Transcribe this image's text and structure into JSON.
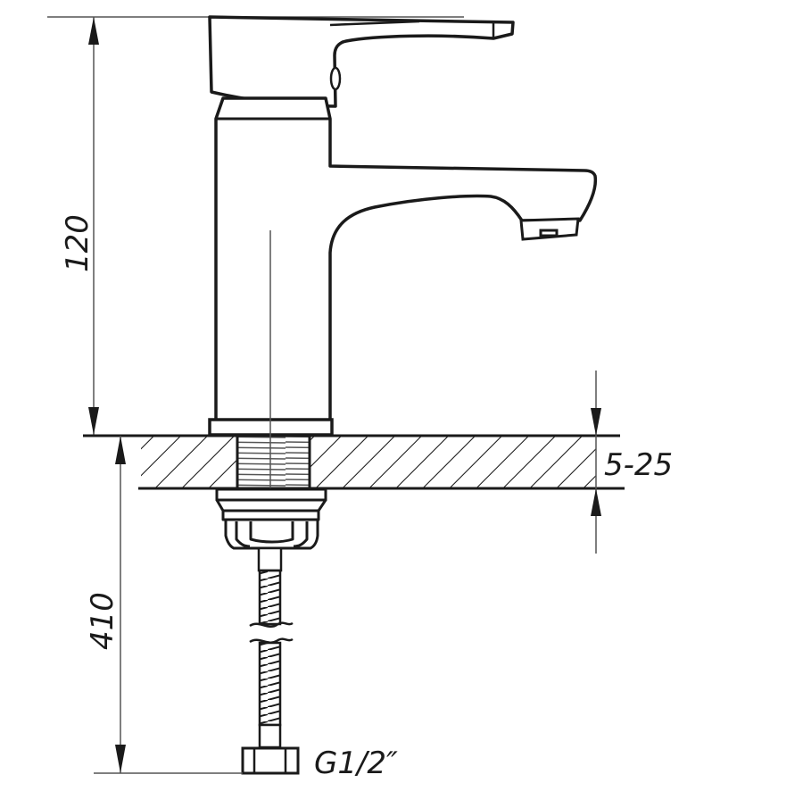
{
  "diagram": {
    "subject": "Single-lever basin mixer tap — technical dimension drawing",
    "colors": {
      "background": "#ffffff",
      "line": "#1a1a1a",
      "dimension_line": "#555555"
    },
    "dimensions": {
      "tap_height": {
        "label": "120",
        "orientation": "vertical"
      },
      "countertop_thickness": {
        "label": "5-25",
        "orientation": "vertical"
      },
      "hose_length": {
        "label": "410",
        "orientation": "vertical"
      },
      "connection_thread": {
        "label": "G1/2″"
      }
    },
    "parts": [
      "lever-handle",
      "tap-body",
      "spout",
      "aerator",
      "base-ring",
      "countertop-section",
      "threaded-shank",
      "mounting-nut",
      "flexible-hose",
      "hose-connector-nut"
    ]
  }
}
